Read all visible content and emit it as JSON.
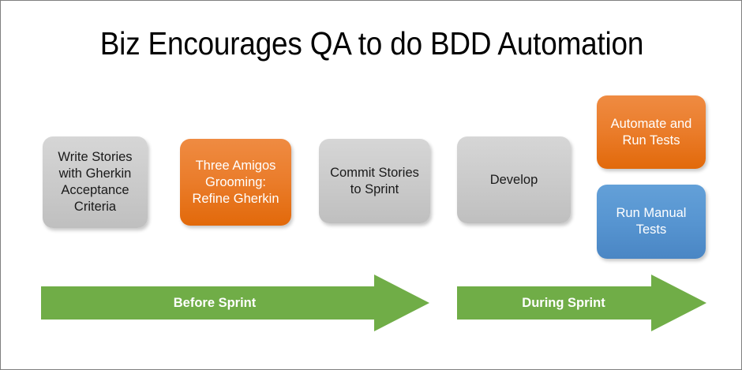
{
  "slide": {
    "title": "Biz Encourages QA to do BDD Automation",
    "background_color": "#ffffff",
    "border_color": "#7f7f7f"
  },
  "colors": {
    "gray_node": "#cccccc",
    "orange_node": "#ea7c2a",
    "blue_node": "#5795d1",
    "green_arrow": "#70ad47",
    "title_text": "#000000"
  },
  "nodes": [
    {
      "id": "write-stories",
      "label": "Write Stories\nwith Gherkin\nAcceptance\nCriteria",
      "style": "gray"
    },
    {
      "id": "three-amigos",
      "label": "Three Amigos\nGrooming:\nRefine Gherkin",
      "style": "orange"
    },
    {
      "id": "commit-stories",
      "label": "Commit Stories\nto Sprint",
      "style": "gray"
    },
    {
      "id": "develop",
      "label": "Develop",
      "style": "gray"
    },
    {
      "id": "automate-run-tests",
      "label": "Automate and\nRun Tests",
      "style": "orange"
    },
    {
      "id": "run-manual-tests",
      "label": "Run Manual\nTests",
      "style": "blue"
    }
  ],
  "arrows": [
    {
      "id": "before-sprint",
      "label": "Before Sprint"
    },
    {
      "id": "during-sprint",
      "label": "During Sprint"
    }
  ]
}
